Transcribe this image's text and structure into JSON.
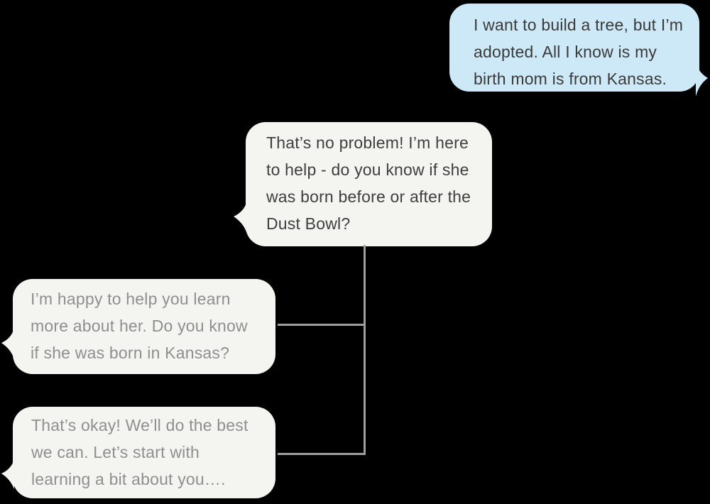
{
  "canvas": {
    "background": "#000000"
  },
  "connector": {
    "color": "#9e9e9e"
  },
  "bubbles": [
    {
      "id": "user-message",
      "tail_side": "right",
      "fill": "#cde9f8",
      "text_color": "#3a3b39",
      "lines": [
        "I want to build a tree, but I’m",
        "adopted. All I know is my",
        "birth mom is from Kansas."
      ]
    },
    {
      "id": "bot-reply",
      "tail_side": "left",
      "fill": "#f4f4f1",
      "text_color": "#3f3f3d",
      "lines": [
        "That’s no problem! I’m here",
        "to help - do you know if she",
        "was born before or after the",
        "Dust Bowl?"
      ]
    },
    {
      "id": "branch-option-1",
      "tail_side": "left",
      "fill": "#f4f4f1",
      "text_color": "#8f908e",
      "lines": [
        "I’m happy to help you learn",
        "more about her. Do you know",
        "if she was born in Kansas?"
      ]
    },
    {
      "id": "branch-option-2",
      "tail_side": "left",
      "fill": "#f4f4f1",
      "text_color": "#8f908e",
      "lines": [
        "That’s okay! We’ll do the best",
        "we can. Let’s start with",
        "learning a bit about you…."
      ]
    }
  ]
}
